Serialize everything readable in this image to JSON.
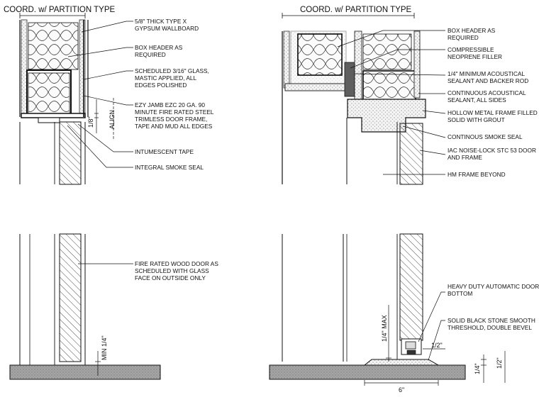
{
  "titles": {
    "left": "COORD. w/ PARTITION TYPE",
    "right": "COORD. w/ PARTITION TYPE"
  },
  "left_head_notes": [
    [
      "5/8\" THICK TYPE X",
      "GYPSUM WALLBOARD"
    ],
    [
      "BOX HEADER AS",
      "REQUIRED"
    ],
    [
      "SCHEDULED 3/16\" GLASS,",
      "MASTIC APPLIED, ALL",
      "EDGES POLISHED"
    ],
    [
      "EZY JAMB EZC 20 GA. 90",
      "MINUTE FIRE RATED STEEL",
      "TRIMLESS DOOR FRAME,",
      "TAPE AND MUD ALL EDGES"
    ],
    [
      "INTUMESCENT TAPE"
    ],
    [
      "INTEGRAL SMOKE SEAL"
    ]
  ],
  "left_head_dims": {
    "gap": "1/8\"",
    "align": "ALIGN"
  },
  "right_head_notes": [
    [
      "BOX HEADER AS",
      "REQUIRED"
    ],
    [
      "COMPRESSIBLE",
      "NEOPRENE FILLER"
    ],
    [
      "1/4\" MINIMUM ACOUSTICAL",
      "SEALANT AND BACKER ROD"
    ],
    [
      "CONTINUOUS ACOUSTICAL",
      "SEALANT, ALL SIDES"
    ],
    [
      "HOLLOW METAL FRAME FILLED",
      "SOLID WITH GROUT"
    ],
    [
      "CONTINOUS SMOKE SEAL"
    ],
    [
      "IAC NOISE-LOCK STC 53 DOOR",
      "AND FRAME"
    ],
    [
      "HM FRAME BEYOND"
    ]
  ],
  "left_sill_notes": [
    [
      "FIRE RATED WOOD DOOR AS",
      "SCHEDULED WITH GLASS",
      "FACE ON OUTSIDE ONLY"
    ]
  ],
  "left_sill_dims": {
    "undercut": "MIN 1/4\""
  },
  "right_sill_notes": [
    [
      "HEAVY DUTY AUTOMATIC DOOR",
      "BOTTOM"
    ],
    [
      "SOLID BLACK STONE SMOOTH",
      "THRESHOLD, DOUBLE BEVEL"
    ]
  ],
  "right_sill_dims": {
    "max_height": "1/4\" MAX",
    "half_inch": "1/2\"",
    "quarter_inch": "1/4\"",
    "half_inch_side": "1/2\"",
    "threshold_width": "6\""
  },
  "colors": {
    "line": "#111111",
    "insulation": "#f8f8f8",
    "grout": "#dcdcdc",
    "floor": "#9a9a9a",
    "filler": "#5e5e5e"
  }
}
